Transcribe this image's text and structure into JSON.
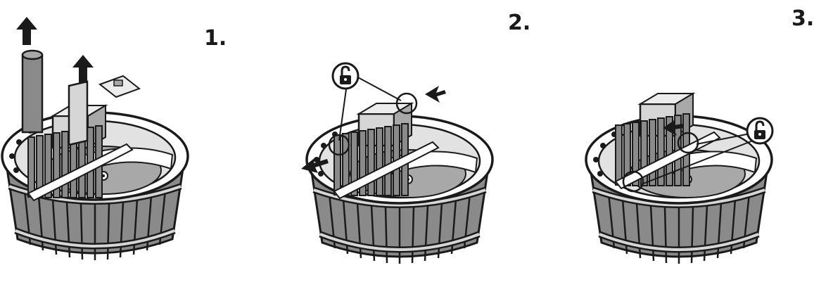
{
  "steps": [
    {
      "number": "1."
    },
    {
      "number": "2."
    },
    {
      "number": "3."
    }
  ],
  "colors": {
    "outline": "#1a1a1a",
    "dark_fill": "#6e6e6e",
    "mid_fill": "#a8a8a8",
    "light_fill": "#d6d6d6",
    "lighter_fill": "#ececec",
    "white": "#ffffff"
  },
  "icons": {
    "up_arrow": "up-arrow-icon",
    "side_arrow": "direction-arrow-icon",
    "unlock": "unlock-icon"
  }
}
